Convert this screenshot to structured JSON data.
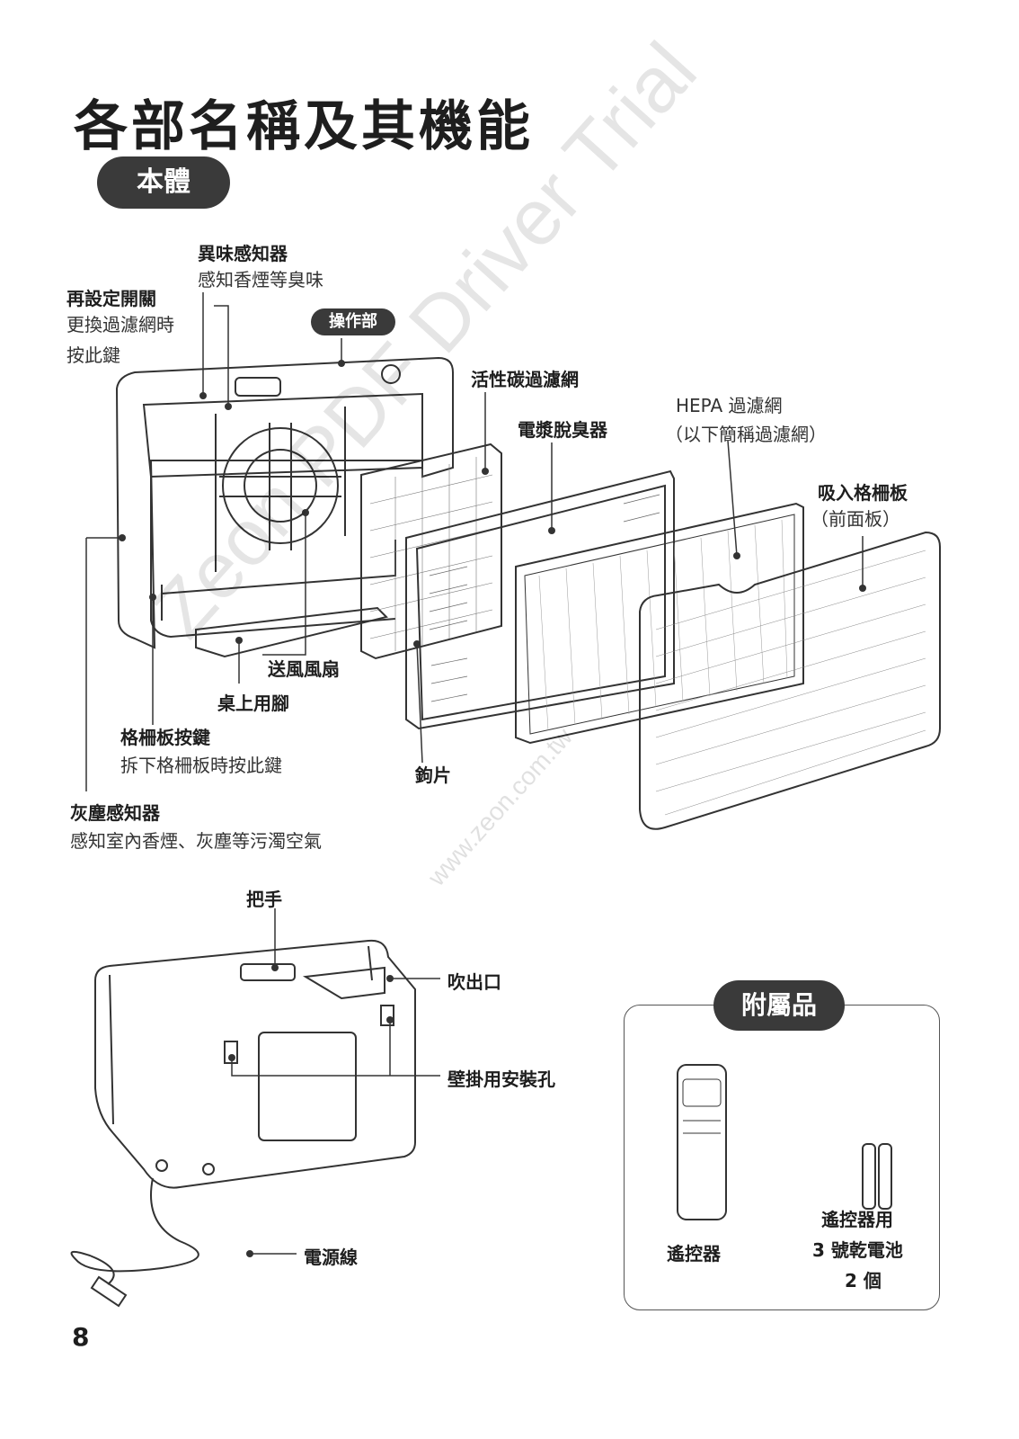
{
  "page": {
    "title": "各部名稱及其機能",
    "section_main": "本體",
    "page_number": "8"
  },
  "labels": {
    "odor_sensor_title": "異味感知器",
    "odor_sensor_desc": "感知香煙等臭味",
    "reset_switch_title": "再設定開關",
    "reset_switch_desc_1": "更換過濾網時",
    "reset_switch_desc_2": "按此鍵",
    "operation_panel": "操作部",
    "carbon_filter": "活性碳過濾網",
    "plasma_deodorizer": "電漿脫臭器",
    "hepa_filter_title": "HEPA 過濾網",
    "hepa_filter_desc": "（以下簡稱過濾網）",
    "intake_grille_title": "吸入格柵板",
    "intake_grille_desc": "（前面板）",
    "fan": "送風風扇",
    "table_stand": "桌上用腳",
    "grille_button_title": "格柵板按鍵",
    "grille_button_desc": "拆下格柵板時按此鍵",
    "hook": "鉤片",
    "dust_sensor_title": "灰塵感知器",
    "dust_sensor_desc": "感知室內香煙、灰塵等污濁空氣",
    "handle": "把手",
    "outlet": "吹出口",
    "wall_mount_holes": "壁掛用安裝孔",
    "power_cord": "電源線"
  },
  "accessories": {
    "title": "附屬品",
    "remote": "遙控器",
    "battery_1": "遙控器用",
    "battery_2": "3 號乾電池",
    "battery_3": "2 個"
  },
  "watermark": {
    "big": "Zeon PDF Driver Trial",
    "small": "www.zeon.com.tw"
  }
}
